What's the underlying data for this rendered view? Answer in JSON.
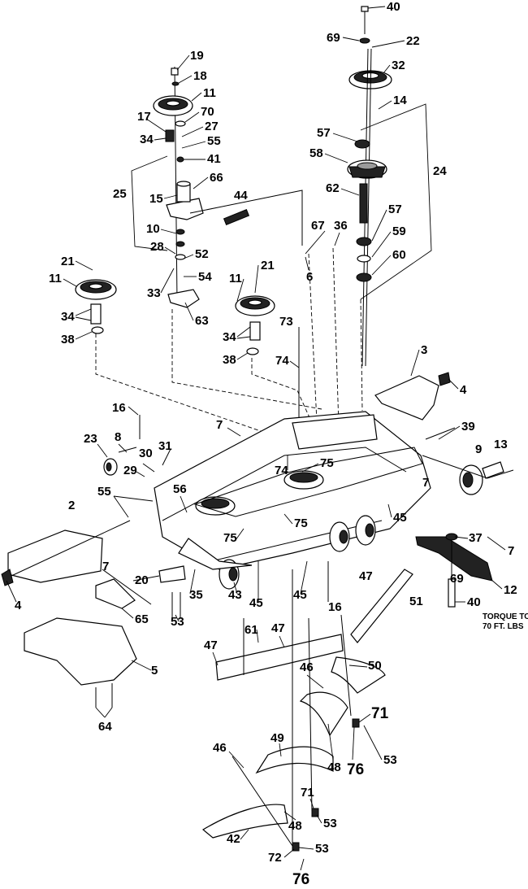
{
  "labels": {
    "l40a": "40",
    "l69a": "69",
    "l22": "22",
    "l32": "32",
    "l14": "14",
    "l24": "24",
    "l57a": "57",
    "l58": "58",
    "l62": "62",
    "l57b": "57",
    "l59": "59",
    "l60": "60",
    "l19": "19",
    "l18": "18",
    "l11a": "11",
    "l70": "70",
    "l17": "17",
    "l34a": "34",
    "l27": "27",
    "l55a": "55",
    "l41": "41",
    "l66": "66",
    "l25": "25",
    "l15": "15",
    "l44": "44",
    "l10": "10",
    "l28": "28",
    "l52": "52",
    "l54": "54",
    "l33": "33",
    "l63": "63",
    "l67": "67",
    "l36": "36",
    "l6": "6",
    "l21a": "21",
    "l11b": "11",
    "l34b": "34",
    "l38a": "38",
    "l21b": "21",
    "l11c": "11",
    "l34c": "34",
    "l38b": "38",
    "l73": "73",
    "l74a": "74",
    "l3": "3",
    "l4a": "4",
    "l16a": "16",
    "l7a": "7",
    "l39": "39",
    "l9": "9",
    "l13": "13",
    "l23": "23",
    "l8": "8",
    "l30": "30",
    "l31": "31",
    "l29": "29",
    "l55b": "55",
    "l56": "56",
    "l74b": "74",
    "l75a": "75",
    "l7b": "7",
    "l45a": "45",
    "l75b": "75",
    "l75c": "75",
    "l2": "2",
    "l37": "37",
    "l7c": "7",
    "l4b": "4",
    "l7d": "7",
    "l20": "20",
    "l35": "35",
    "l43": "43",
    "l45b": "45",
    "l45c": "45",
    "l16b": "16",
    "l47a": "47",
    "l51": "51",
    "l69b": "69",
    "l40b": "40",
    "l12": "12",
    "l65": "65",
    "l53a": "53",
    "l61": "61",
    "l47b": "47",
    "l47c": "47",
    "l46a": "46",
    "l50": "50",
    "l5": "5",
    "l64": "64",
    "l71a": "71",
    "l76a": "76",
    "l53b": "53",
    "l49": "49",
    "l46b": "46",
    "l48a": "48",
    "l71b": "71",
    "l53c": "53",
    "l48b": "48",
    "l42": "42",
    "l72": "72",
    "l53d": "53",
    "l76b": "76"
  },
  "torque_note": {
    "line1": "TORQUE TO",
    "line2": "70 FT. LBS"
  }
}
